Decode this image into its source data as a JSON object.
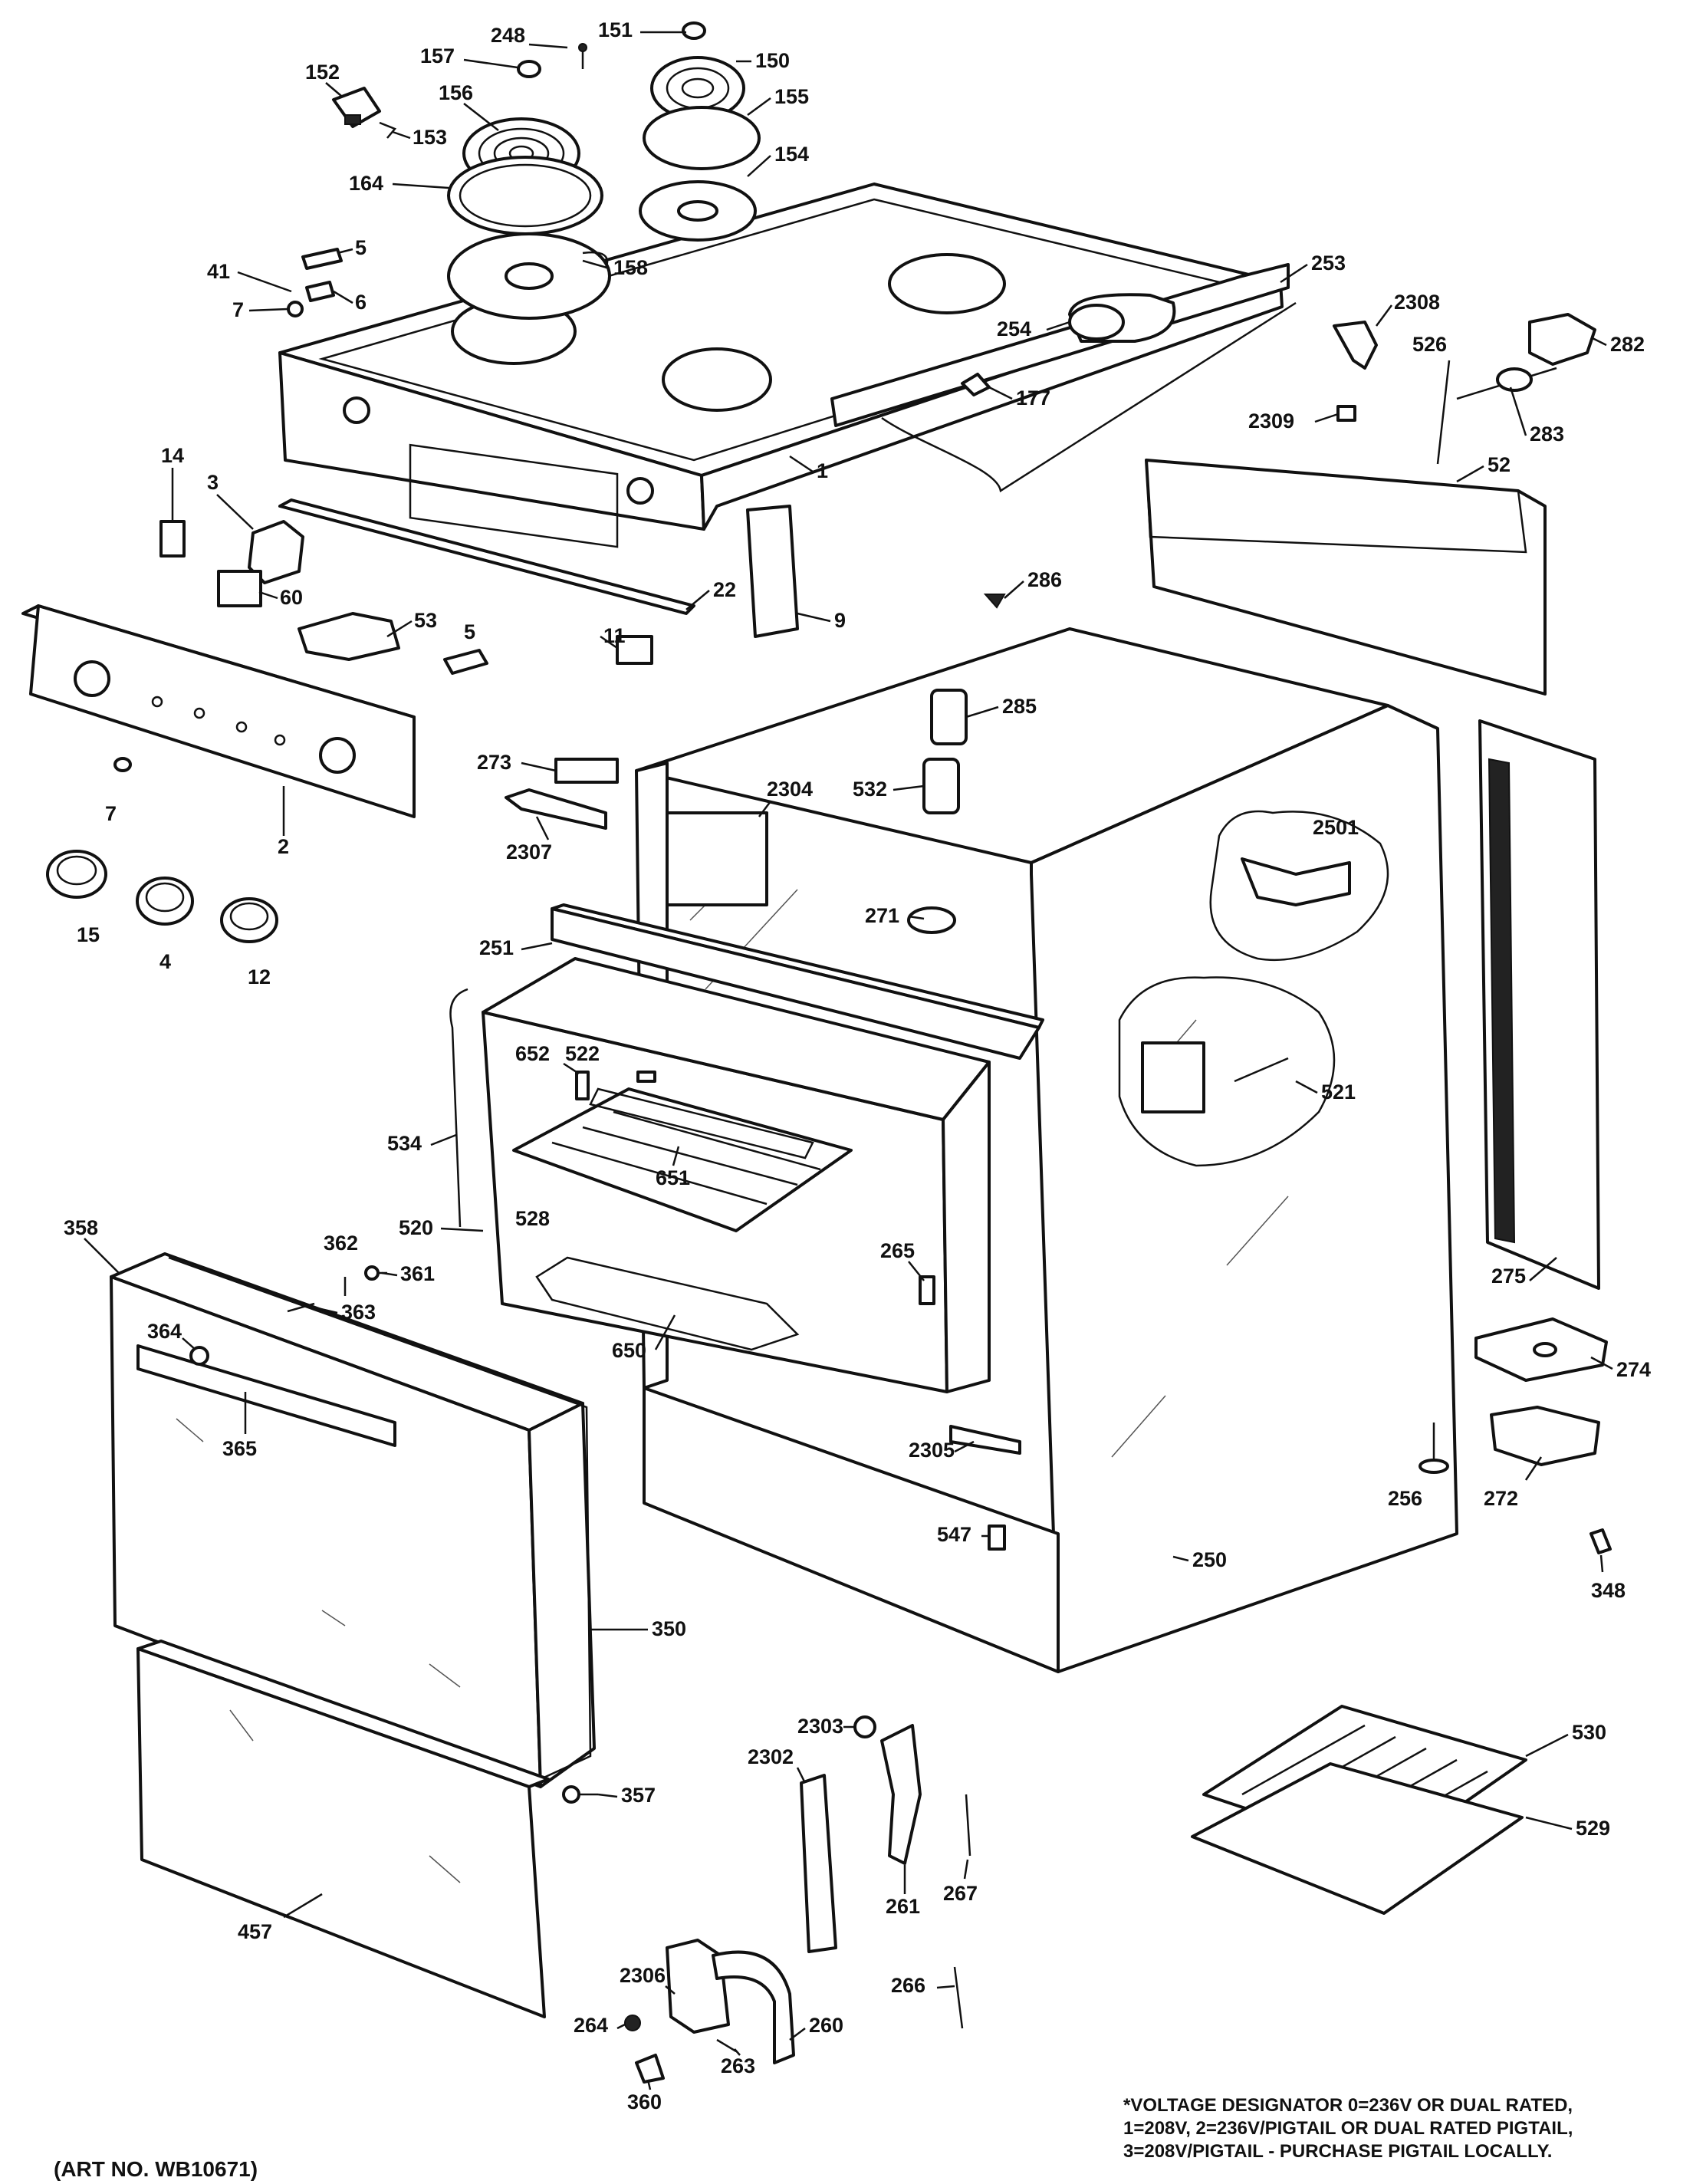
{
  "note": {
    "lines": [
      "*VOLTAGE DESIGNATOR 0=236V OR DUAL RATED,",
      "1=208V, 2=236V/PIGTAIL OR DUAL RATED PIGTAIL,",
      "3=208V/PIGTAIL - PURCHASE PIGTAIL LOCALLY."
    ]
  },
  "art_number": "(ART NO. WB10671)",
  "labels": [
    {
      "id": "248",
      "text": "248"
    },
    {
      "id": "151",
      "text": "151"
    },
    {
      "id": "157",
      "text": "157"
    },
    {
      "id": "150",
      "text": "150"
    },
    {
      "id": "152",
      "text": "152"
    },
    {
      "id": "156",
      "text": "156"
    },
    {
      "id": "155",
      "text": "155"
    },
    {
      "id": "153",
      "text": "153"
    },
    {
      "id": "154",
      "text": "154"
    },
    {
      "id": "164",
      "text": "164"
    },
    {
      "id": "5a",
      "text": "5"
    },
    {
      "id": "41",
      "text": "41"
    },
    {
      "id": "158",
      "text": "158"
    },
    {
      "id": "6",
      "text": "6"
    },
    {
      "id": "7a",
      "text": "7"
    },
    {
      "id": "253",
      "text": "253"
    },
    {
      "id": "2308",
      "text": "2308"
    },
    {
      "id": "526",
      "text": "526"
    },
    {
      "id": "282",
      "text": "282"
    },
    {
      "id": "254",
      "text": "254"
    },
    {
      "id": "177",
      "text": "177"
    },
    {
      "id": "2309",
      "text": "2309"
    },
    {
      "id": "283",
      "text": "283"
    },
    {
      "id": "14",
      "text": "14"
    },
    {
      "id": "3",
      "text": "3"
    },
    {
      "id": "1",
      "text": "1"
    },
    {
      "id": "52",
      "text": "52"
    },
    {
      "id": "60",
      "text": "60"
    },
    {
      "id": "22",
      "text": "22"
    },
    {
      "id": "286",
      "text": "286"
    },
    {
      "id": "53",
      "text": "53"
    },
    {
      "id": "9",
      "text": "9"
    },
    {
      "id": "5b",
      "text": "5"
    },
    {
      "id": "11",
      "text": "11"
    },
    {
      "id": "285",
      "text": "285"
    },
    {
      "id": "273",
      "text": "273"
    },
    {
      "id": "2304",
      "text": "2304"
    },
    {
      "id": "532",
      "text": "532"
    },
    {
      "id": "7b",
      "text": "7"
    },
    {
      "id": "2307",
      "text": "2307"
    },
    {
      "id": "2",
      "text": "2"
    },
    {
      "id": "2501",
      "text": "2501"
    },
    {
      "id": "271",
      "text": "271"
    },
    {
      "id": "15",
      "text": "15"
    },
    {
      "id": "4",
      "text": "4"
    },
    {
      "id": "12",
      "text": "12"
    },
    {
      "id": "251",
      "text": "251"
    },
    {
      "id": "652",
      "text": "652"
    },
    {
      "id": "522",
      "text": "522"
    },
    {
      "id": "521",
      "text": "521"
    },
    {
      "id": "534",
      "text": "534"
    },
    {
      "id": "651",
      "text": "651"
    },
    {
      "id": "528",
      "text": "528"
    },
    {
      "id": "520",
      "text": "520"
    },
    {
      "id": "358",
      "text": "358"
    },
    {
      "id": "362",
      "text": "362"
    },
    {
      "id": "361",
      "text": "361"
    },
    {
      "id": "265",
      "text": "265"
    },
    {
      "id": "275",
      "text": "275"
    },
    {
      "id": "363",
      "text": "363"
    },
    {
      "id": "364",
      "text": "364"
    },
    {
      "id": "650",
      "text": "650"
    },
    {
      "id": "274",
      "text": "274"
    },
    {
      "id": "365",
      "text": "365"
    },
    {
      "id": "2305",
      "text": "2305"
    },
    {
      "id": "256",
      "text": "256"
    },
    {
      "id": "272",
      "text": "272"
    },
    {
      "id": "547",
      "text": "547"
    },
    {
      "id": "250",
      "text": "250"
    },
    {
      "id": "348",
      "text": "348"
    },
    {
      "id": "350",
      "text": "350"
    },
    {
      "id": "2303",
      "text": "2303"
    },
    {
      "id": "530",
      "text": "530"
    },
    {
      "id": "2302",
      "text": "2302"
    },
    {
      "id": "357",
      "text": "357"
    },
    {
      "id": "529",
      "text": "529"
    },
    {
      "id": "267",
      "text": "267"
    },
    {
      "id": "261",
      "text": "261"
    },
    {
      "id": "457",
      "text": "457"
    },
    {
      "id": "2306",
      "text": "2306"
    },
    {
      "id": "266",
      "text": "266"
    },
    {
      "id": "264",
      "text": "264"
    },
    {
      "id": "260",
      "text": "260"
    },
    {
      "id": "263",
      "text": "263"
    },
    {
      "id": "360",
      "text": "360"
    }
  ]
}
